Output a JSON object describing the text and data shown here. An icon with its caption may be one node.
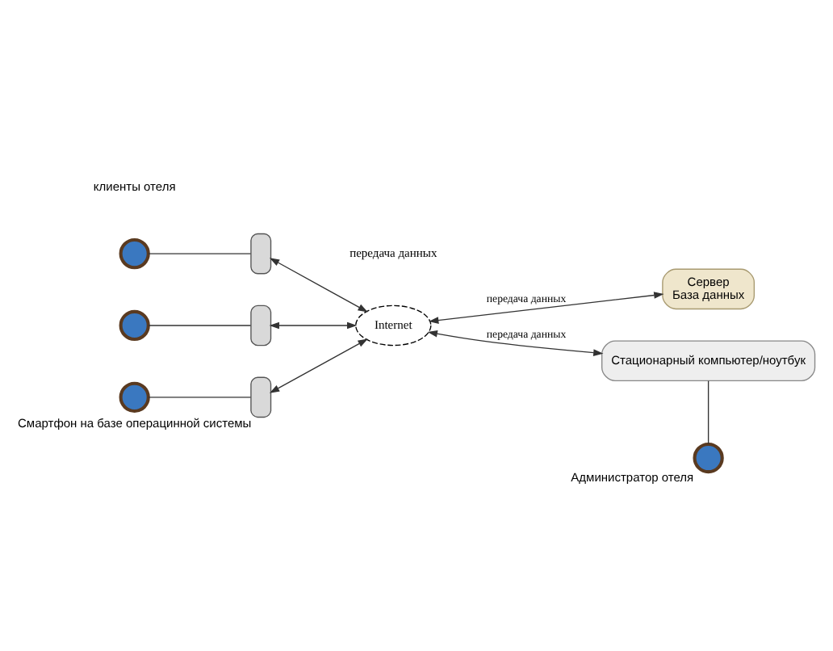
{
  "diagram": {
    "nodes": [
      {
        "text": [],
        "shape": "person"
      },
      {
        "text": [],
        "shape": "phone"
      },
      {
        "text": [],
        "shape": "person"
      },
      {
        "text": [],
        "shape": "phone"
      },
      {
        "text": [],
        "shape": "person"
      },
      {
        "text": [],
        "shape": "phone",
        "beside": [
          "Смартфон на базе операцинной системы"
        ]
      },
      {
        "text": [
          "Internet"
        ]
      },
      {
        "text": [
          "Сервер",
          "База данных"
        ]
      },
      {
        "text": [
          "Стационарный компьютер/ноутбук"
        ]
      },
      {
        "text": [],
        "shape": "person",
        "beside": [
          "Администратор отеля"
        ]
      }
    ],
    "edges": [
      {
        "from": 0,
        "to": 1,
        "arrow": "none"
      },
      {
        "from": 2,
        "to": 3,
        "arrow": "none"
      },
      {
        "from": 4,
        "to": 5,
        "arrow": "none"
      },
      {
        "from": 1,
        "to": 6,
        "arrow": "both"
      },
      {
        "from": 3,
        "to": 6,
        "arrow": "both"
      },
      {
        "from": 5,
        "to": 6,
        "arrow": "both"
      },
      {
        "from": 6,
        "to": 7,
        "arrow": "both",
        "label": "передача данных"
      },
      {
        "from": 6,
        "to": 8,
        "arrow": "both",
        "label": "передача данных"
      },
      {
        "from": 8,
        "to": 9,
        "arrow": "none"
      }
    ],
    "labels": [
      "клиенты отеля",
      "передача данных"
    ]
  }
}
